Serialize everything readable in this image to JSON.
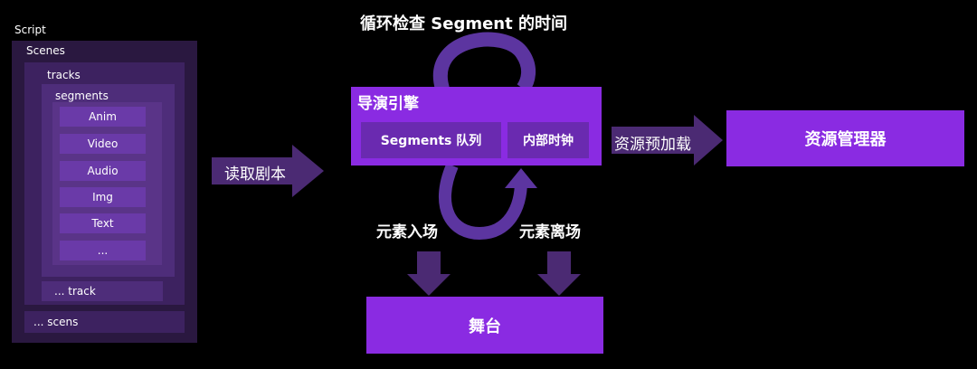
{
  "script_tree": {
    "script_label": "Script",
    "scenes_label": "Scenes",
    "tracks_label": "tracks",
    "segments_label": "segments",
    "segment_items": [
      "Anim",
      "Video",
      "Audio",
      "Img",
      "Text",
      "..."
    ],
    "more_tracks": "... track",
    "more_scenes": "... scens"
  },
  "arrows": {
    "read_script": "读取剧本",
    "load_resources": "资源预加载"
  },
  "loop_title": "循环检查 Segment 的时间",
  "director": {
    "title": "导演引擎",
    "queue": "Segments 队列",
    "clock": "内部时钟"
  },
  "resource_manager": "资源管理器",
  "enter_label": "元素入场",
  "exit_label": "元素离场",
  "stage": "舞台",
  "colors": {
    "background": "#000000",
    "outer_box": "#2a1840",
    "mid_box": "#3d2260",
    "inner_box": "#4e2d7a",
    "segment_item": "#6a3aa8",
    "bright_purple": "#8a2be2",
    "dark_arrow": "#4b2a73",
    "loop_purple": "#5c35a0"
  }
}
